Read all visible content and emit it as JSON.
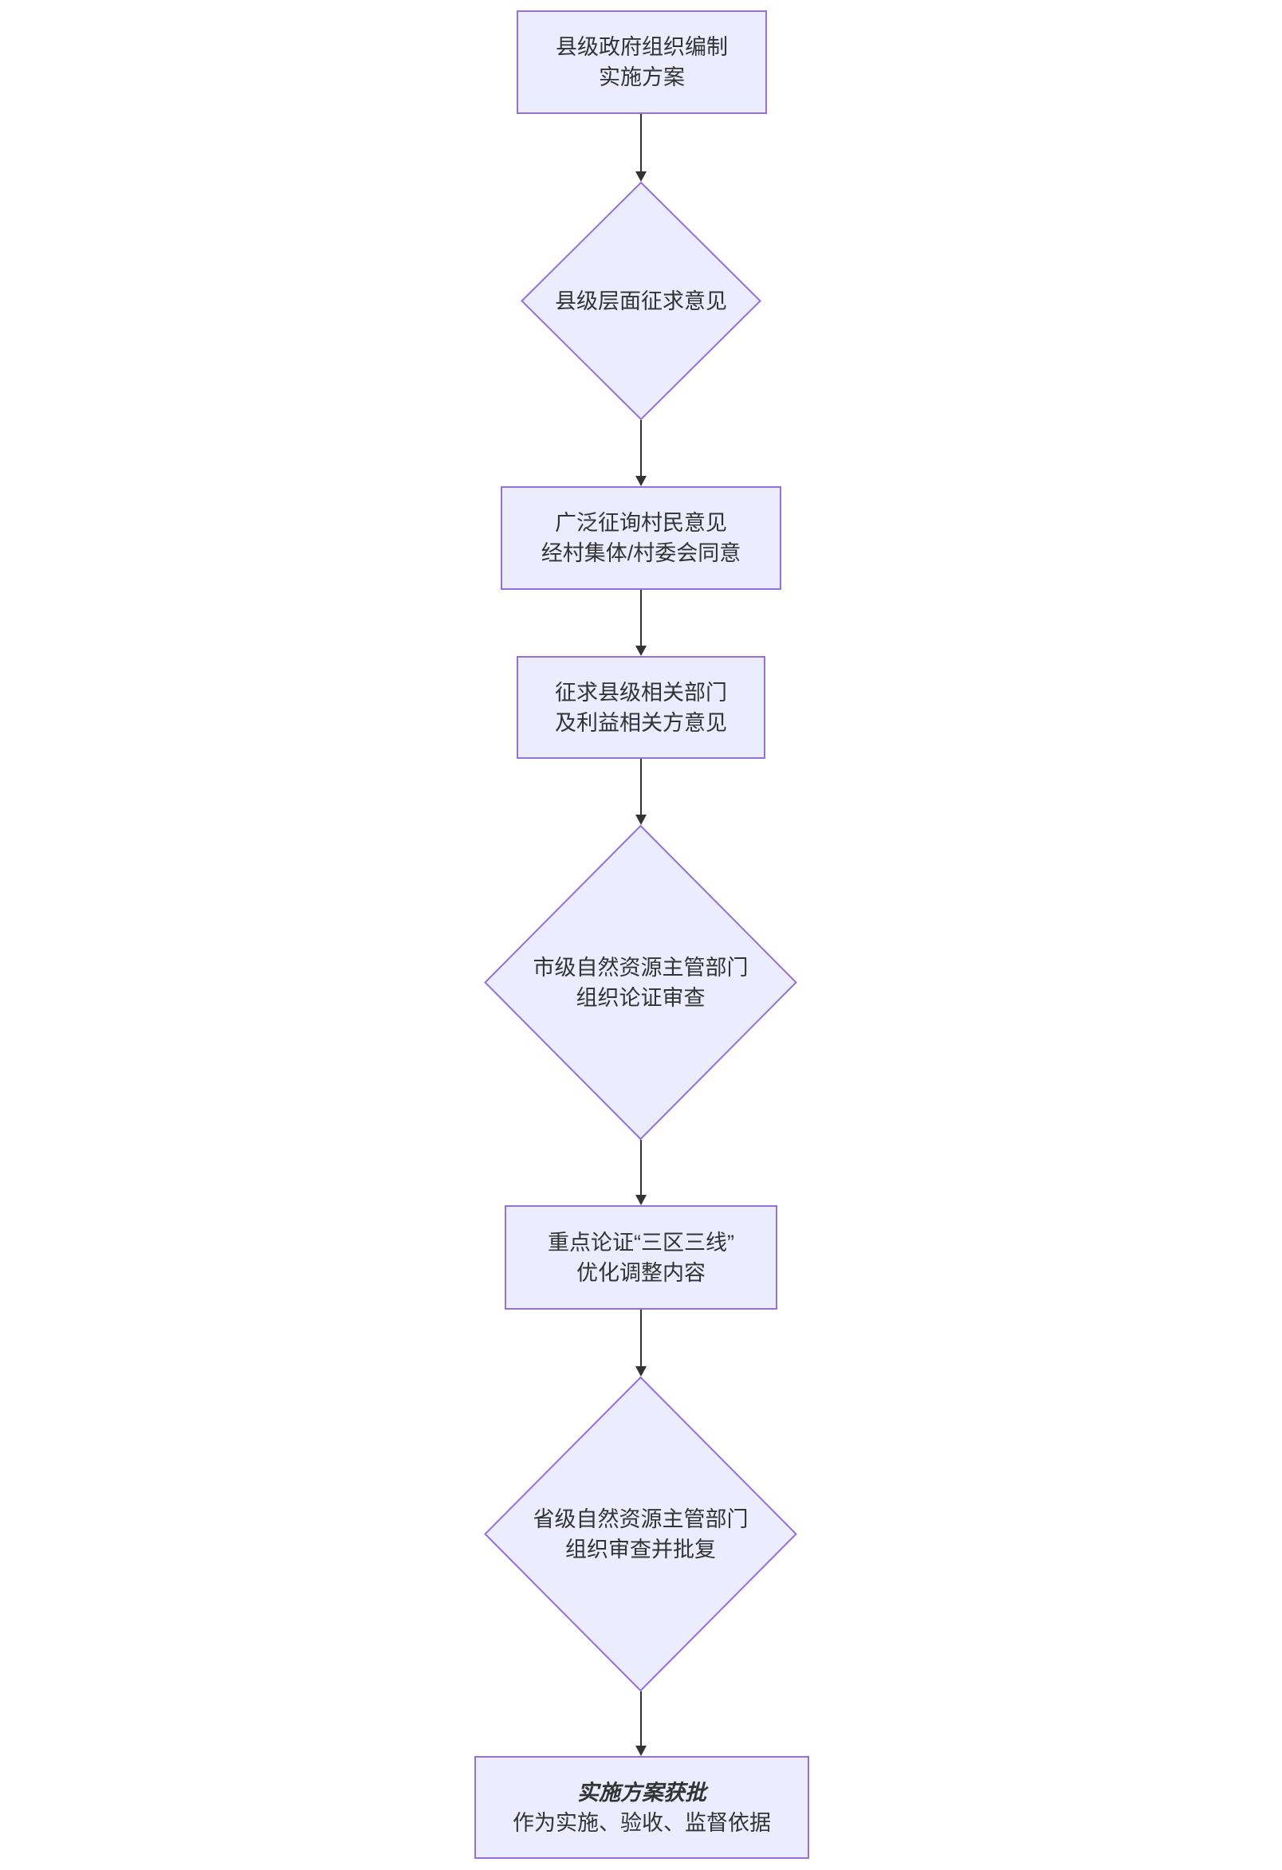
{
  "diagram": {
    "type": "flowchart",
    "direction": "top-down",
    "colors": {
      "background": "#ffffff",
      "node-fill": "#ECECFF",
      "node-border": "#9370DB",
      "arrow-color": "#333333",
      "text-color": "#333333"
    },
    "nodes": [
      {
        "shape": "rectangle",
        "lines": [
          "县级政府组织编制",
          "实施方案"
        ]
      },
      {
        "shape": "diamond",
        "lines": [
          "县级层面征求意见"
        ]
      },
      {
        "shape": "rectangle",
        "lines": [
          "广泛征询村民意见",
          "经村集体/村委会同意"
        ]
      },
      {
        "shape": "rectangle",
        "lines": [
          "征求县级相关部门",
          "及利益相关方意见"
        ]
      },
      {
        "shape": "diamond",
        "lines": [
          "市级自然资源主管部门",
          "组织论证审查"
        ]
      },
      {
        "shape": "rectangle",
        "lines": [
          "重点论证“三区三线”",
          "优化调整内容"
        ]
      },
      {
        "shape": "diamond",
        "lines": [
          "省级自然资源主管部门",
          "组织审查并批复"
        ]
      },
      {
        "shape": "rectangle",
        "lines": [
          "实施方案获批",
          "作为实施、验收、监督依据"
        ],
        "emphasis_first_line": true
      }
    ],
    "edges": [
      {
        "from": 0,
        "to": 1
      },
      {
        "from": 1,
        "to": 2
      },
      {
        "from": 2,
        "to": 3
      },
      {
        "from": 3,
        "to": 4
      },
      {
        "from": 4,
        "to": 5
      },
      {
        "from": 5,
        "to": 6
      },
      {
        "from": 6,
        "to": 7
      }
    ]
  }
}
